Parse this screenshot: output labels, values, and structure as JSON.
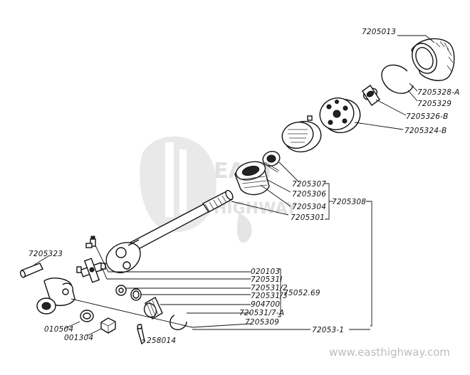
{
  "labels": {
    "p7205013": "7205013",
    "p7205328a": "7205328-A",
    "p7205329": "7205329",
    "p7205326b": "7205326-B",
    "p7205324b": "7205324-B",
    "p7205307": "7205307",
    "p7205306": "7205306",
    "p7205304": "7205304",
    "p7205301": "7205301",
    "p7205308": "7205308",
    "p7205323": "7205323",
    "p020103": "020103",
    "p720531l": "720531l",
    "p720531_2": "720531/2",
    "p720531_3": "720531/3",
    "p904700": "904700",
    "p720531_7a": "720531/7-A",
    "p7205309": "7205309",
    "p75052_69": "75052.69",
    "p72053_1": "72053-1",
    "p010504": "010504",
    "p001304": "001304",
    "p258014": "258014"
  },
  "watermark": {
    "logo_top": "EAST",
    "logo_bottom": "HIGHWAY",
    "url": "www.easthighway.com"
  }
}
